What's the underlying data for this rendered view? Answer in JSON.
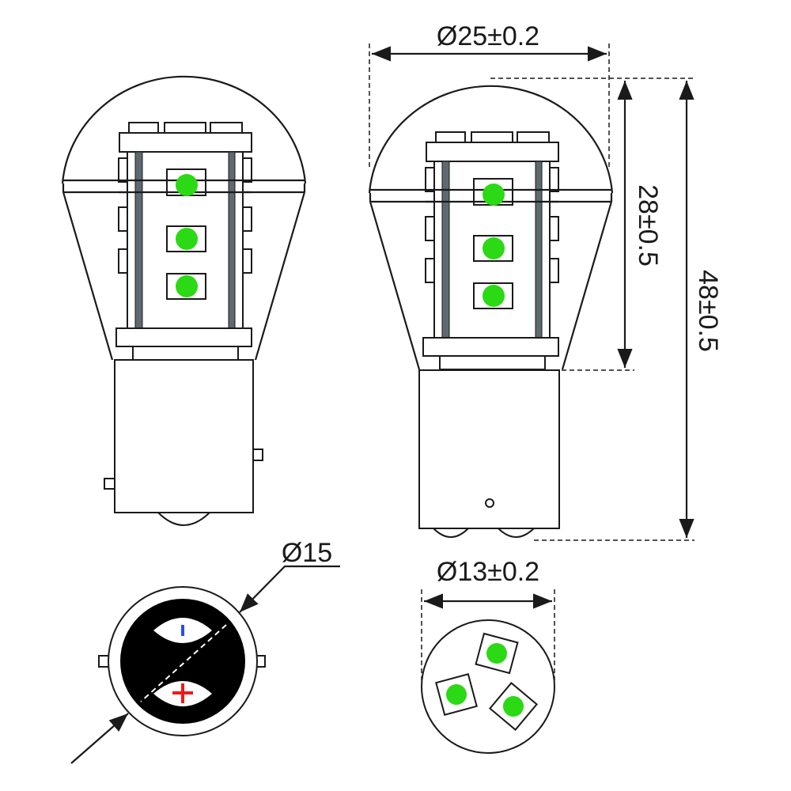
{
  "title": "LED bulb dimension drawing",
  "dimensions": {
    "bulb_diameter": "Ø25±0.2",
    "body_height": "28±0.5",
    "total_height": "48±0.5",
    "base_diameter": "Ø15",
    "led_face_diameter": "Ø13±0.2"
  },
  "polarity": {
    "negative": "-",
    "positive": "+"
  },
  "colors": {
    "led": "#2bd914",
    "rail": "#5f6a70",
    "negative": "#2b4cf0",
    "positive": "#f01818",
    "line": "#1a1a1a"
  }
}
